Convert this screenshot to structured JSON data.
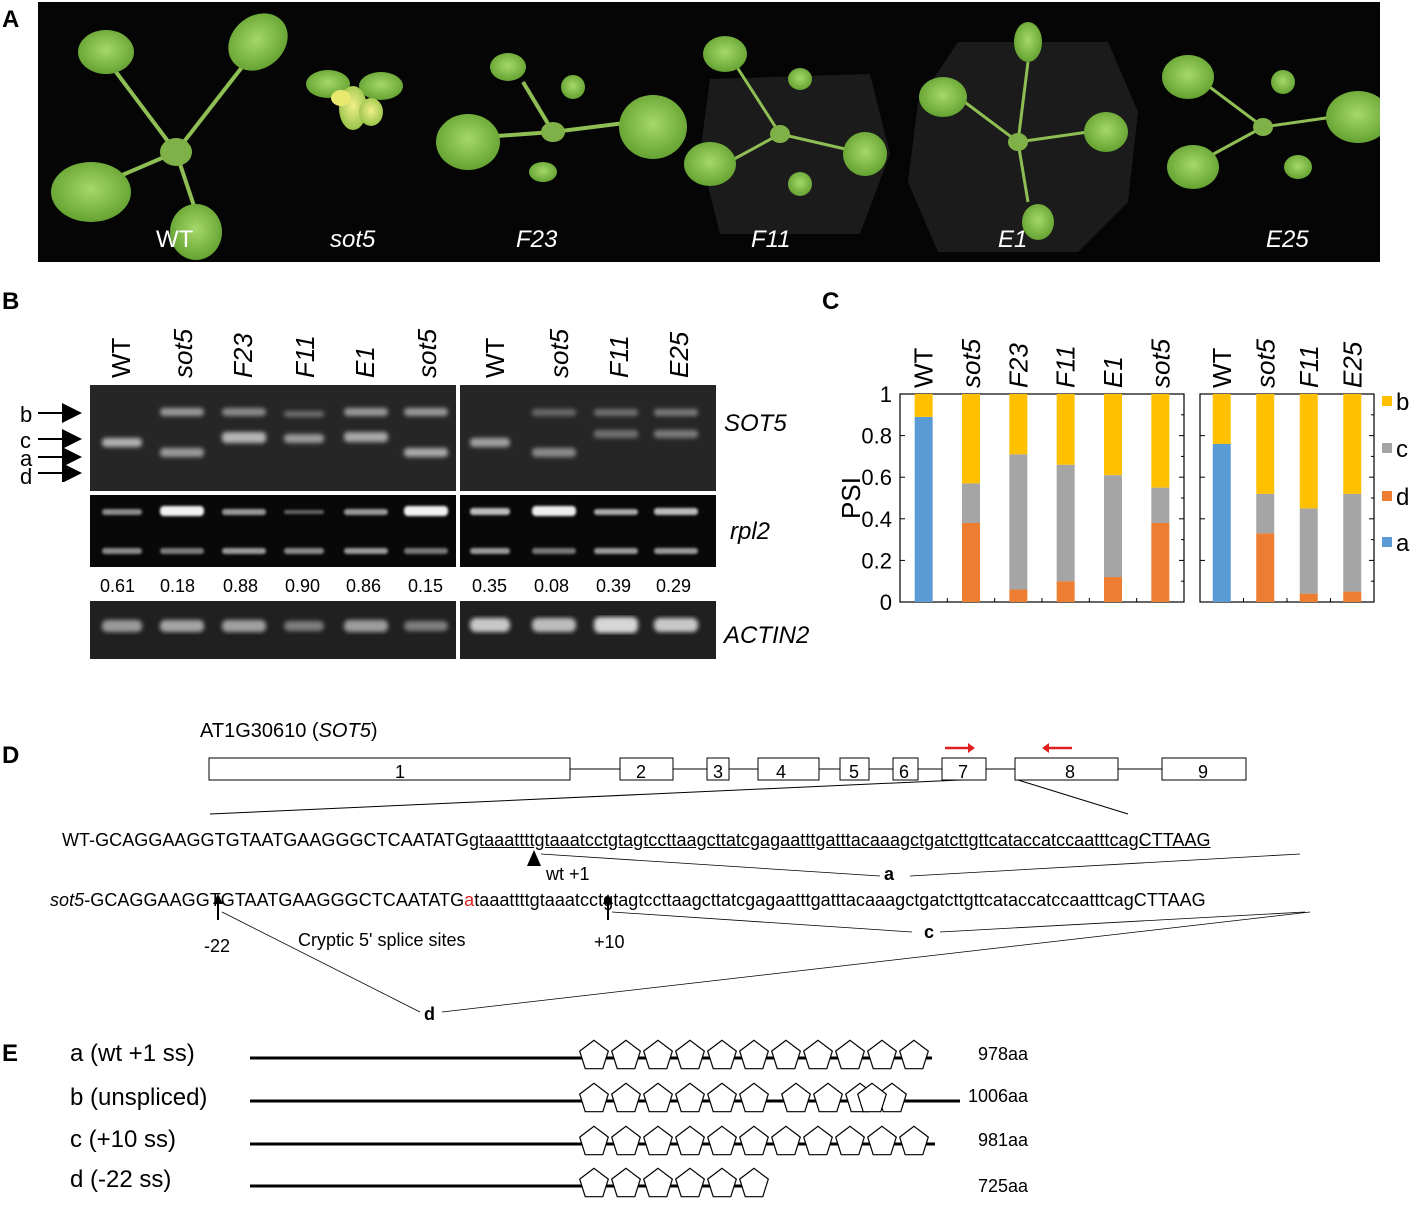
{
  "panels": {
    "A": "A",
    "B": "B",
    "C": "C",
    "D": "D",
    "E": "E"
  },
  "panelA": {
    "labels": [
      "WT",
      "sot5",
      "F23",
      "F11",
      "E1",
      "E25"
    ]
  },
  "panelB": {
    "lanes_left": [
      "WT",
      "sot5",
      "F23",
      "F11",
      "E1",
      "sot5"
    ],
    "lanes_right": [
      "WT",
      "sot5",
      "F11",
      "E25"
    ],
    "arrows": [
      "b",
      "c",
      "a",
      "d"
    ],
    "genes": {
      "sot5": "SOT5",
      "rpl2": "rpl2",
      "actin2": "ACTIN2"
    },
    "ratios_left": [
      "0.61",
      "0.18",
      "0.88",
      "0.90",
      "0.86",
      "0.15"
    ],
    "ratios_right": [
      "0.35",
      "0.08",
      "0.39",
      "0.29"
    ]
  },
  "chart_data": {
    "type": "bar",
    "stacked": true,
    "ylabel": "PSI",
    "ylim": [
      0,
      1
    ],
    "yticks": [
      "0",
      "0.2",
      "0.4",
      "0.6",
      "0.8",
      "1"
    ],
    "legend_position": "right",
    "legend": [
      "b",
      "c",
      "d",
      "a"
    ],
    "colors": {
      "a": "#5b9bd5",
      "d": "#ed7d31",
      "c": "#a5a5a5",
      "b": "#ffc000"
    },
    "groups": [
      {
        "categories": [
          "WT",
          "sot5",
          "F23",
          "F11",
          "E1",
          "sot5"
        ],
        "series": [
          {
            "name": "a",
            "values": [
              0.89,
              0,
              0,
              0,
              0,
              0
            ]
          },
          {
            "name": "d",
            "values": [
              0,
              0.38,
              0.06,
              0.1,
              0.12,
              0.38
            ]
          },
          {
            "name": "c",
            "values": [
              0,
              0.19,
              0.65,
              0.56,
              0.49,
              0.17
            ]
          },
          {
            "name": "b",
            "values": [
              0.11,
              0.43,
              0.29,
              0.34,
              0.39,
              0.45
            ]
          }
        ]
      },
      {
        "categories": [
          "WT",
          "sot5",
          "F11",
          "E25"
        ],
        "series": [
          {
            "name": "a",
            "values": [
              0.76,
              0,
              0,
              0
            ]
          },
          {
            "name": "d",
            "values": [
              0,
              0.33,
              0.04,
              0.05
            ]
          },
          {
            "name": "c",
            "values": [
              0,
              0.19,
              0.41,
              0.47
            ]
          },
          {
            "name": "b",
            "values": [
              0.24,
              0.48,
              0.55,
              0.48
            ]
          }
        ]
      }
    ]
  },
  "panelD": {
    "gene_id": "AT1G30610 (",
    "gene_name": "SOT5",
    "gene_close": ")",
    "exons": [
      "1",
      "2",
      "3",
      "4",
      "5",
      "6",
      "7",
      "8",
      "9"
    ],
    "wt_prefix": "WT-GCAGGAAGGTGTAATGAAGGGCTCAATATG",
    "wt_rest": "gtaaattttgtaaatcctgtagtccttaagcttatcgagaatttgatttacaaagctgatcttgttcataccatccaatttcagCTTAAG",
    "sot5_name": "sot5",
    "sot5_prefix": "-GCAGGAAGGTGTAATGAAGGGCTCAATATG",
    "sot5_mut": "a",
    "sot5_rest": "taaattttgtaaatcctgtagtccttaagcttatcgagaatttgatttacaaagctgatcttgttcataccatccaatttcagCTTAAG",
    "wt_site": "wt +1",
    "site_minus": "-22",
    "site_plus": "+10",
    "cryptic": "Cryptic 5' splice sites",
    "iso_a": "a",
    "iso_c": "c",
    "iso_d": "d"
  },
  "panelE": {
    "rows": [
      {
        "label": "a (wt +1 ss)",
        "length": "978aa",
        "repeats": 11
      },
      {
        "label": "b (unspliced)",
        "length": "1006aa",
        "repeats": 11
      },
      {
        "label": "c (+10 ss)",
        "length": "981aa",
        "repeats": 11
      },
      {
        "label": "d (-22 ss)",
        "length": "725aa",
        "repeats": 6
      }
    ]
  }
}
